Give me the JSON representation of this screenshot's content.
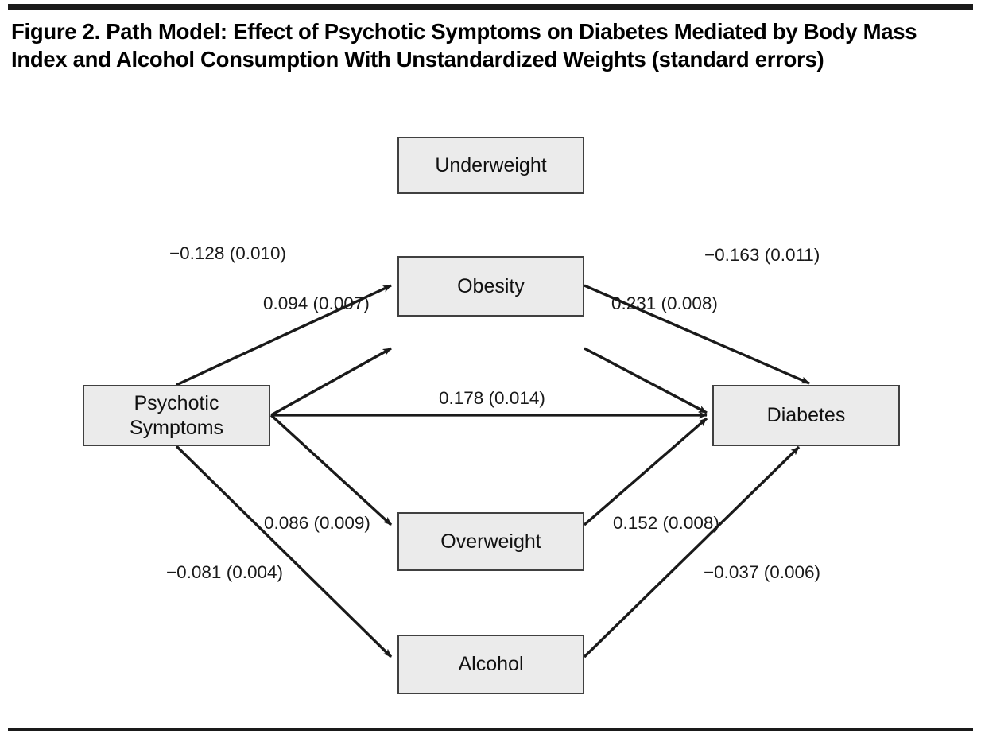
{
  "figure": {
    "title": "Figure 2. Path Model: Effect of Psychotic Symptoms on Diabetes Mediated by Body Mass Index and Alcohol Consumption With Unstandardized Weights (standard errors)",
    "rule_color": "#1a1a1a",
    "box_fill": "#ebebeb",
    "box_border": "#404040",
    "line_color": "#1a1a1a"
  },
  "nodes": {
    "predictor": {
      "label": "Psychotic\nSymptoms"
    },
    "mediator_underweight": {
      "label": "Underweight"
    },
    "mediator_obesity": {
      "label": "Obesity"
    },
    "mediator_overweight": {
      "label": "Overweight"
    },
    "mediator_alcohol": {
      "label": "Alcohol"
    },
    "outcome": {
      "label": "Diabetes"
    }
  },
  "chart_data": {
    "type": "diagram",
    "title": "Figure 2. Path Model: Effect of Psychotic Symptoms on Diabetes Mediated by Body Mass Index and Alcohol Consumption With Unstandardized Weights (standard errors)",
    "diagram_kind": "path-model",
    "nodes": [
      {
        "id": "psychotic_symptoms",
        "label": "Psychotic Symptoms",
        "role": "predictor"
      },
      {
        "id": "underweight",
        "label": "Underweight",
        "role": "mediator"
      },
      {
        "id": "obesity",
        "label": "Obesity",
        "role": "mediator"
      },
      {
        "id": "overweight",
        "label": "Overweight",
        "role": "mediator"
      },
      {
        "id": "alcohol",
        "label": "Alcohol",
        "role": "mediator"
      },
      {
        "id": "diabetes",
        "label": "Diabetes",
        "role": "outcome"
      }
    ],
    "edges": [
      {
        "from": "psychotic_symptoms",
        "to": "underweight",
        "weight": -0.128,
        "se": 0.01,
        "label": "−0.128 (0.010)"
      },
      {
        "from": "psychotic_symptoms",
        "to": "obesity",
        "weight": 0.094,
        "se": 0.007,
        "label": "0.094 (0.007)"
      },
      {
        "from": "psychotic_symptoms",
        "to": "diabetes",
        "weight": 0.178,
        "se": 0.014,
        "label": "0.178 (0.014)"
      },
      {
        "from": "psychotic_symptoms",
        "to": "overweight",
        "weight": 0.086,
        "se": 0.009,
        "label": "0.086 (0.009)"
      },
      {
        "from": "psychotic_symptoms",
        "to": "alcohol",
        "weight": -0.081,
        "se": 0.004,
        "label": "−0.081 (0.004)"
      },
      {
        "from": "underweight",
        "to": "diabetes",
        "weight": -0.163,
        "se": 0.011,
        "label": "−0.163 (0.011)"
      },
      {
        "from": "obesity",
        "to": "diabetes",
        "weight": 0.231,
        "se": 0.008,
        "label": "0.231 (0.008)"
      },
      {
        "from": "overweight",
        "to": "diabetes",
        "weight": 0.152,
        "se": 0.008,
        "label": "0.152 (0.008)"
      },
      {
        "from": "alcohol",
        "to": "diabetes",
        "weight": -0.037,
        "se": 0.006,
        "label": "−0.037 (0.006)"
      }
    ]
  },
  "edge_labels": {
    "ps_to_underweight": "−0.128 (0.010)",
    "ps_to_obesity": "0.094 (0.007)",
    "ps_to_diabetes": "0.178 (0.014)",
    "ps_to_overweight": "0.086 (0.009)",
    "ps_to_alcohol": "−0.081 (0.004)",
    "underweight_to_diabetes": "−0.163 (0.011)",
    "obesity_to_diabetes": "0.231 (0.008)",
    "overweight_to_diabetes": "0.152 (0.008)",
    "alcohol_to_diabetes": "−0.037 (0.006)"
  }
}
